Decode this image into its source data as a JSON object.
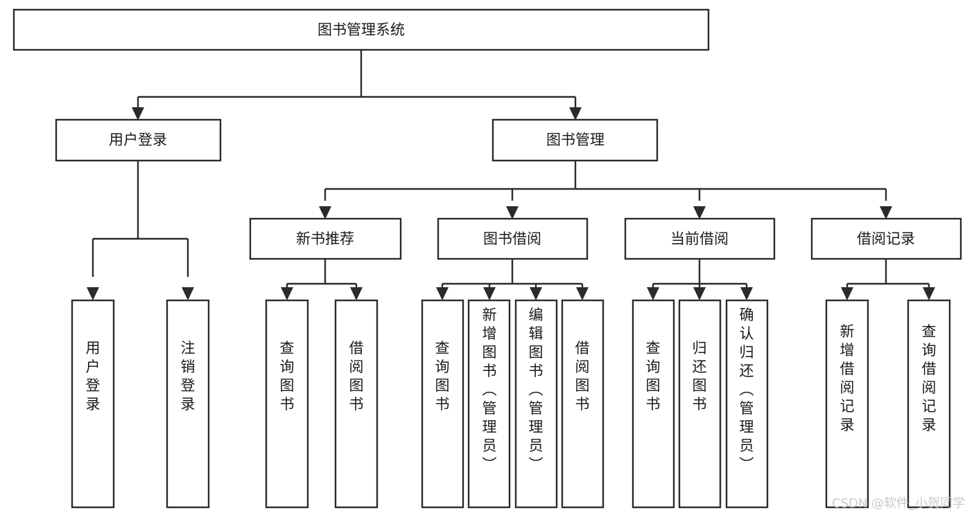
{
  "diagram": {
    "type": "hierarchical-tree-chart",
    "title": "图书管理系统",
    "levels": 4,
    "root": {
      "id": "root",
      "label": "图书管理系统",
      "orientation": "horizontal"
    },
    "level2": [
      {
        "id": "user-login",
        "label": "用户登录",
        "orientation": "horizontal"
      },
      {
        "id": "book-management",
        "label": "图书管理",
        "orientation": "horizontal"
      }
    ],
    "level3": [
      {
        "id": "new-book-recommend",
        "label": "新书推荐",
        "parent": "book-management",
        "orientation": "horizontal"
      },
      {
        "id": "book-borrow",
        "label": "图书借阅",
        "parent": "book-management",
        "orientation": "horizontal"
      },
      {
        "id": "current-borrow",
        "label": "当前借阅",
        "parent": "book-management",
        "orientation": "horizontal"
      },
      {
        "id": "borrow-record",
        "label": "借阅记录",
        "parent": "book-management",
        "orientation": "horizontal"
      }
    ],
    "leaves": [
      {
        "id": "leaf-user-login",
        "label": "用户登录",
        "parent": "user-login",
        "orientation": "vertical"
      },
      {
        "id": "leaf-user-logout",
        "label": "注销登录",
        "parent": "user-login",
        "orientation": "vertical"
      },
      {
        "id": "leaf-query-book-1",
        "label": "查询图书",
        "parent": "new-book-recommend",
        "orientation": "vertical"
      },
      {
        "id": "leaf-borrow-book-1",
        "label": "借阅图书",
        "parent": "new-book-recommend",
        "orientation": "vertical"
      },
      {
        "id": "leaf-query-book-2",
        "label": "查询图书",
        "parent": "book-borrow",
        "orientation": "vertical"
      },
      {
        "id": "leaf-add-book",
        "label": "新增图书（管理员）",
        "parent": "book-borrow",
        "orientation": "vertical"
      },
      {
        "id": "leaf-edit-book",
        "label": "编辑图书（管理员）",
        "parent": "book-borrow",
        "orientation": "vertical"
      },
      {
        "id": "leaf-borrow-book-2",
        "label": "借阅图书",
        "parent": "book-borrow",
        "orientation": "vertical"
      },
      {
        "id": "leaf-query-book-3",
        "label": "查询图书",
        "parent": "current-borrow",
        "orientation": "vertical"
      },
      {
        "id": "leaf-return-book",
        "label": "归还图书",
        "parent": "current-borrow",
        "orientation": "vertical"
      },
      {
        "id": "leaf-confirm-return",
        "label": "确认归还（管理员）",
        "parent": "current-borrow",
        "orientation": "vertical"
      },
      {
        "id": "leaf-add-record",
        "label": "新增借阅记录",
        "parent": "borrow-record",
        "orientation": "vertical"
      },
      {
        "id": "leaf-query-record",
        "label": "查询借阅记录",
        "parent": "borrow-record",
        "orientation": "vertical"
      }
    ],
    "watermark": "CSDN @软件_小贺同学",
    "colors": {
      "box_stroke": "#2b2b2b",
      "box_fill": "#ffffff",
      "text": "#1a1a1a",
      "connector": "#2b2b2b",
      "background": "#ffffff",
      "watermark": "#c9c9c9"
    }
  }
}
